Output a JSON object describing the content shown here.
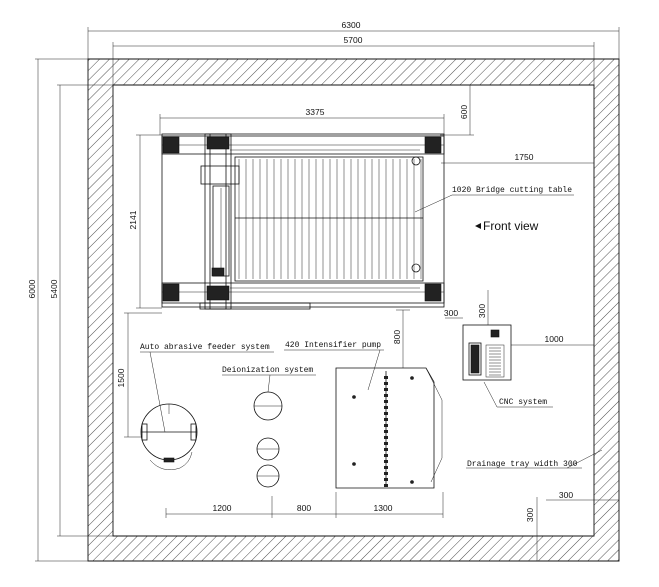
{
  "dimensions": {
    "overall_width": "6300",
    "inner_width": "5700",
    "table_width": "3375",
    "top_clearance": "600",
    "right_clearance": "1750",
    "overall_height": "6000",
    "inner_height": "5400",
    "table_depth": "2141",
    "table_to_pump": "800",
    "cnc_gap": "300",
    "cnc_depth": "300",
    "cnc_to_wall": "1000",
    "feeder_offset": "1500",
    "feeder_to_deion": "1200",
    "deion_to_pump": "800",
    "pump_width": "1300",
    "bottom_right_gap": "300",
    "bottom_gap": "300"
  },
  "labels": {
    "cutting_table": "1020 Bridge cutting table",
    "front_view": "Front view",
    "abrasive_feeder": "Auto abrasive feeder system",
    "intensifier_pump": "420 Intensifier pump",
    "deionization": "Deionization system",
    "cnc": "CNC system",
    "drainage": "Drainage tray width 300"
  },
  "icons": {
    "front_view_arrow": "triangle-left-icon"
  }
}
